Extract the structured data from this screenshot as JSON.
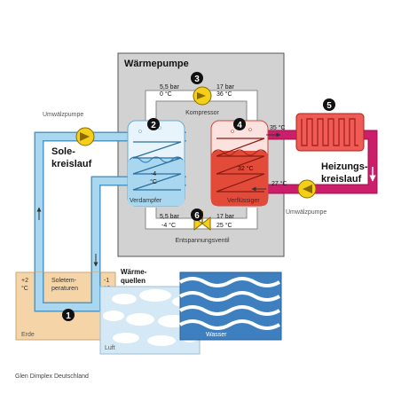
{
  "title": "Wärmepumpe",
  "components": {
    "compressor": {
      "number": "3",
      "label": "Kompressor"
    },
    "evaporator": {
      "number": "2",
      "label": "Verdampfer",
      "temp_value": "-4",
      "temp_unit": "°C"
    },
    "condenser": {
      "number": "4",
      "label": "Verflüssiger",
      "temp": "32 °C"
    },
    "expansion_valve": {
      "number": "6",
      "label": "Entspannungsventil"
    },
    "radiator": {
      "number": "5"
    },
    "earth": {
      "number": "1",
      "label": "Erde"
    }
  },
  "readings": {
    "compressor_in_pressure": "5,5 bar",
    "compressor_in_temp": "0 °C",
    "compressor_out_pressure": "17 bar",
    "compressor_out_temp": "36 °C",
    "valve_out_pressure": "5,5 bar",
    "valve_out_temp": "-4 °C",
    "valve_in_pressure": "17 bar",
    "valve_in_temp": "25 °C",
    "heating_flow_temp": "35 °C",
    "heating_return_temp": "27 °C"
  },
  "circuits": {
    "brine": {
      "line1": "Sole-",
      "line2": "kreislauf",
      "pump_label": "Umwälzpumpe"
    },
    "heating": {
      "line1": "Heizungs-",
      "line2": "kreislauf",
      "pump_label": "Umwälzpumpe"
    }
  },
  "earth_panel": {
    "temp_left_value": "+2",
    "temp_left_unit": "°C",
    "temp_right_value": "-1",
    "temp_right_unit": "°C",
    "brine_line1": "Soletem-",
    "brine_line2": "peraturen"
  },
  "heat_sources": {
    "line1": "Wärme-",
    "line2": "quellen",
    "air": "Luft",
    "water": "Wasser"
  },
  "credit": "Glen Dimplex Deutschland",
  "colors": {
    "heat_pump_bg": "#d2d2d2",
    "cold": "#a9d7ef",
    "cold_border": "#4f97c4",
    "hot": "#e24a3a",
    "heating": "#cc1f6b",
    "pump": "#f3cf1a",
    "earth": "#f5d5a8",
    "water": "#3e80bf"
  }
}
